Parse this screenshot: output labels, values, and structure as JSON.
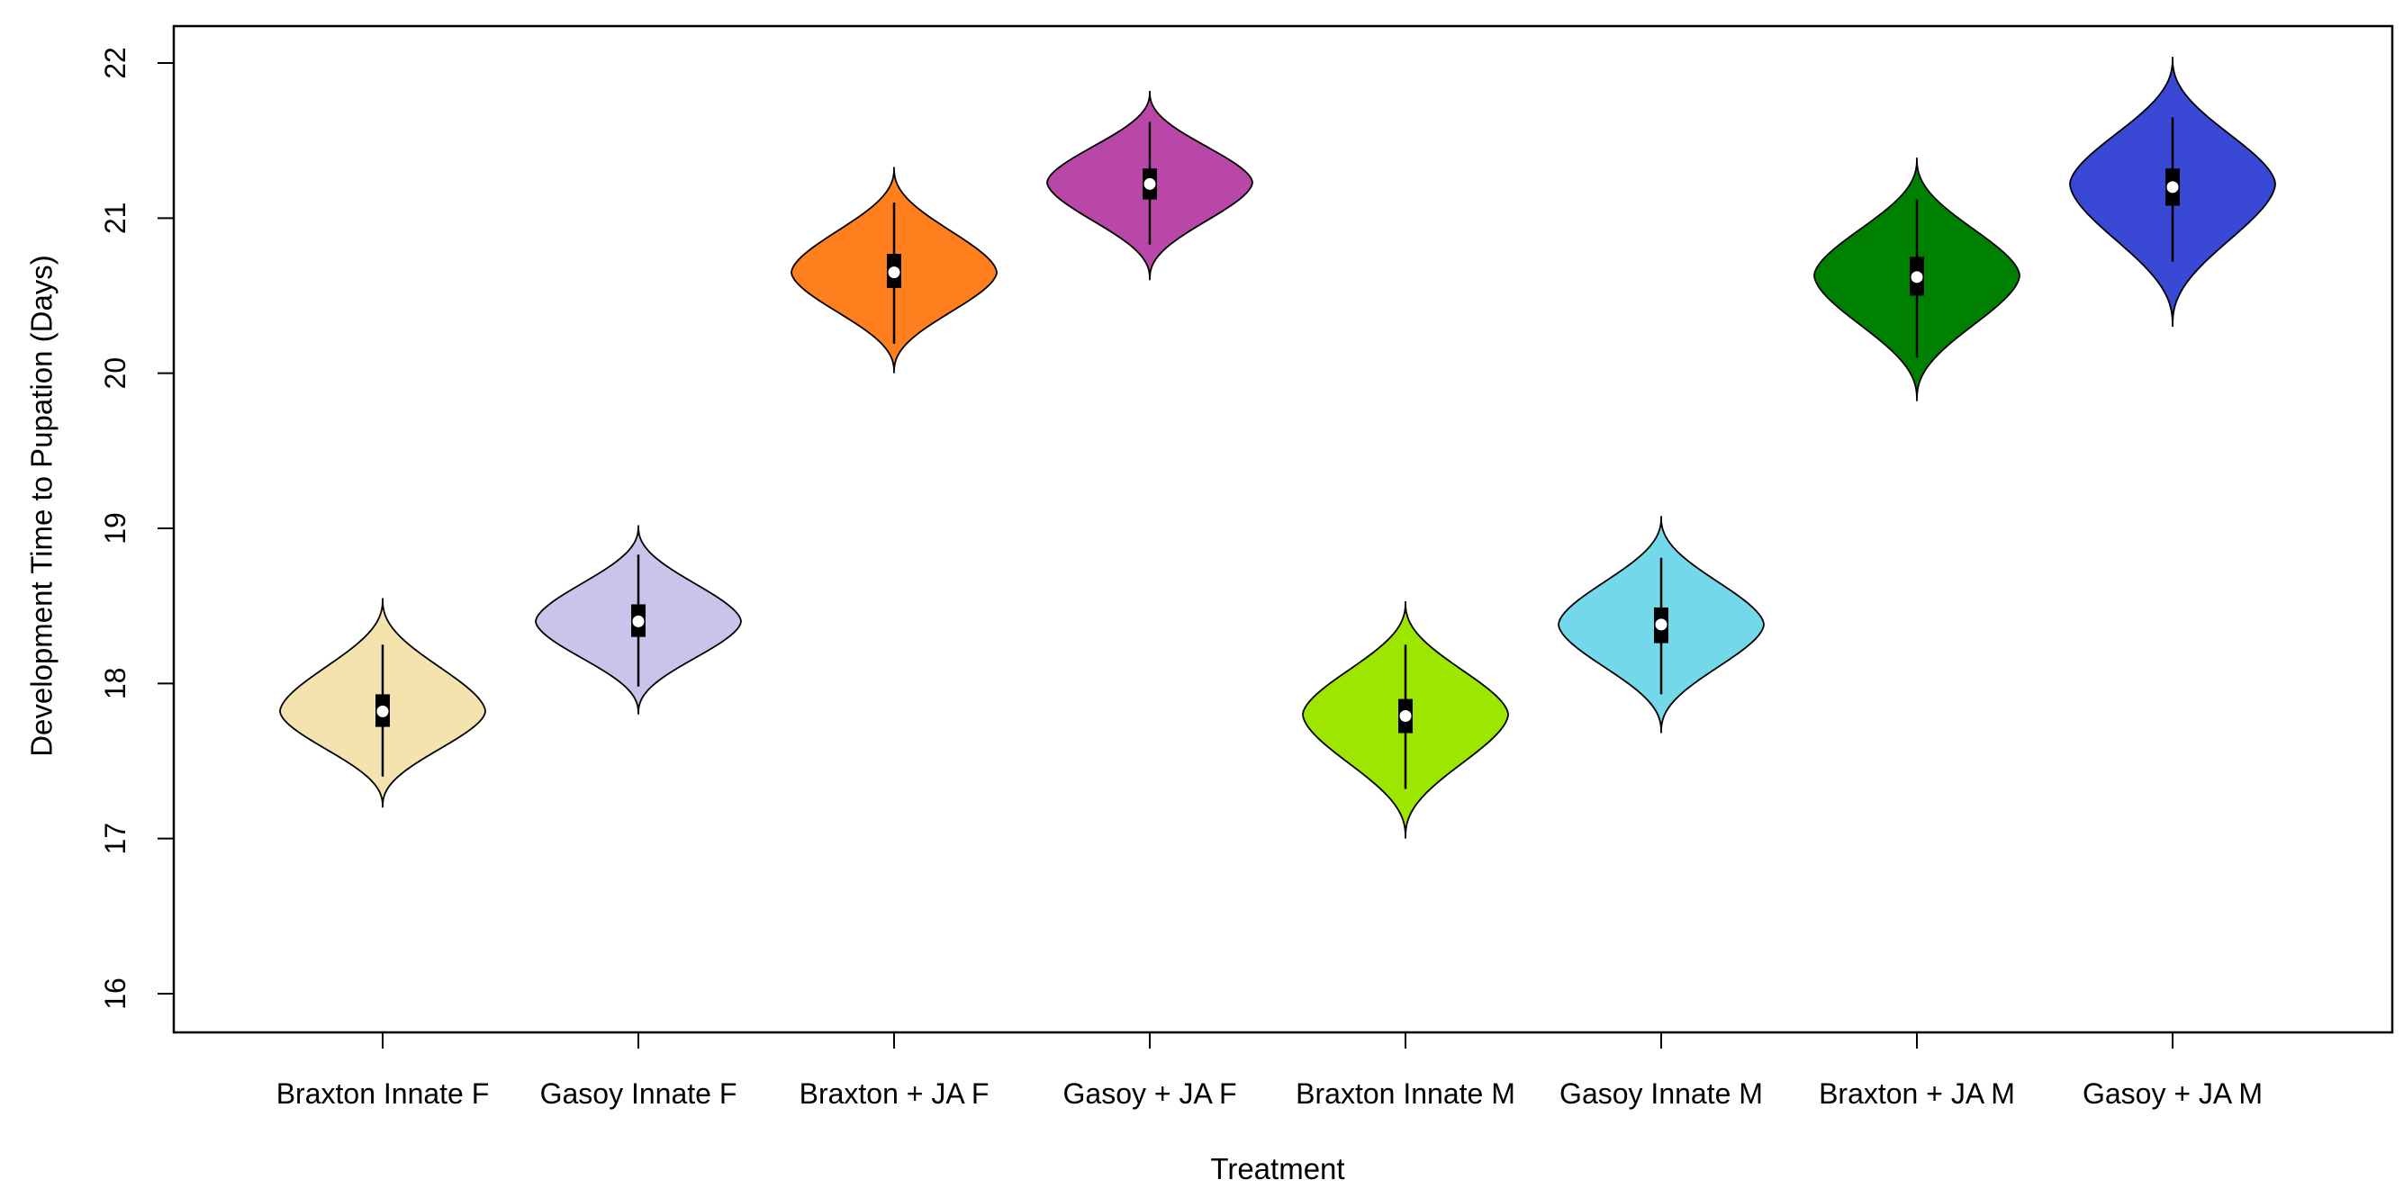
{
  "chart_data": {
    "type": "violin",
    "xlabel": "Treatment",
    "ylabel": "Development Time to Pupation (Days)",
    "ylim": [
      16,
      22
    ],
    "yticks": [
      16,
      17,
      18,
      19,
      20,
      21,
      22
    ],
    "ytick_labels": [
      "16",
      "17",
      "18",
      "19",
      "20",
      "21",
      "22"
    ],
    "grid": false,
    "legend": "none",
    "categories": [
      "Braxton Innate F",
      "Gasoy Innate F",
      "Braxton + JA F",
      "Gasoy + JA F",
      "Braxton Innate M",
      "Gasoy Innate M",
      "Braxton + JA M",
      "Gasoy + JA M"
    ],
    "violins": [
      {
        "category": "Braxton Innate F",
        "color": "#F4E3AE",
        "min": 17.2,
        "max": 18.55,
        "mode": 17.82,
        "median": 17.82,
        "q1": 17.72,
        "q3": 17.93,
        "whisker_low": 17.4,
        "whisker_high": 18.25
      },
      {
        "category": "Gasoy Innate F",
        "color": "#CBC3EA",
        "min": 17.8,
        "max": 19.02,
        "mode": 18.4,
        "median": 18.4,
        "q1": 18.3,
        "q3": 18.51,
        "whisker_low": 17.98,
        "whisker_high": 18.83
      },
      {
        "category": "Braxton + JA F",
        "color": "#FF7F1E",
        "min": 20.0,
        "max": 21.33,
        "mode": 20.65,
        "median": 20.65,
        "q1": 20.55,
        "q3": 20.77,
        "whisker_low": 20.19,
        "whisker_high": 21.1
      },
      {
        "category": "Gasoy + JA F",
        "color": "#B847A7",
        "min": 20.6,
        "max": 21.82,
        "mode": 21.23,
        "median": 21.22,
        "q1": 21.12,
        "q3": 21.32,
        "whisker_low": 20.83,
        "whisker_high": 21.62
      },
      {
        "category": "Braxton Innate M",
        "color": "#9CE600",
        "min": 17.0,
        "max": 18.53,
        "mode": 17.8,
        "median": 17.79,
        "q1": 17.68,
        "q3": 17.9,
        "whisker_low": 17.32,
        "whisker_high": 18.25
      },
      {
        "category": "Gasoy Innate M",
        "color": "#72D8EA",
        "min": 17.68,
        "max": 19.08,
        "mode": 18.38,
        "median": 18.38,
        "q1": 18.26,
        "q3": 18.49,
        "whisker_low": 17.93,
        "whisker_high": 18.81
      },
      {
        "category": "Braxton + JA M",
        "color": "#008000",
        "min": 19.82,
        "max": 21.39,
        "mode": 20.63,
        "median": 20.62,
        "q1": 20.5,
        "q3": 20.75,
        "whisker_low": 20.1,
        "whisker_high": 21.12
      },
      {
        "category": "Gasoy + JA M",
        "color": "#3A48D6",
        "min": 20.3,
        "max": 22.04,
        "mode": 21.22,
        "median": 21.2,
        "q1": 21.08,
        "q3": 21.32,
        "whisker_low": 20.72,
        "whisker_high": 21.65
      }
    ]
  }
}
